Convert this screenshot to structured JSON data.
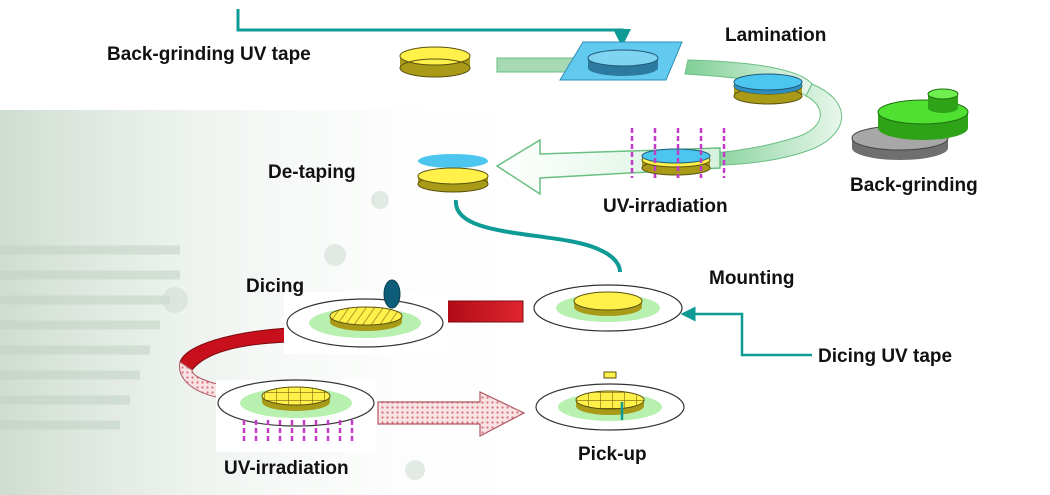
{
  "labels": {
    "back_grinding_uv_tape": "Back-grinding UV tape",
    "lamination": "Lamination",
    "back_grinding": "Back-grinding",
    "de_taping": "De-taping",
    "uv_irradiation_top": "UV-irradiation",
    "dicing": "Dicing",
    "mounting": "Mounting",
    "dicing_uv_tape": "Dicing UV tape",
    "uv_irradiation_bottom": "UV-irradiation",
    "pick_up": "Pick-up"
  },
  "colors": {
    "teal": "#0e9a95",
    "wafer_yellow": "#fff04a",
    "wafer_edge": "#a99a18",
    "tape_blue": "#4cc6ef",
    "uv_purple": "#c03cc8",
    "dicing_red": "#c8101c",
    "green_arrow": "#cfeed6",
    "grinder_green": "#4fe032",
    "ring_green": "#b8f0b0"
  },
  "icons": [
    "process-arrow-icon",
    "uv-lamp-icon",
    "dicing-blade-icon",
    "grinding-wheel-icon"
  ]
}
